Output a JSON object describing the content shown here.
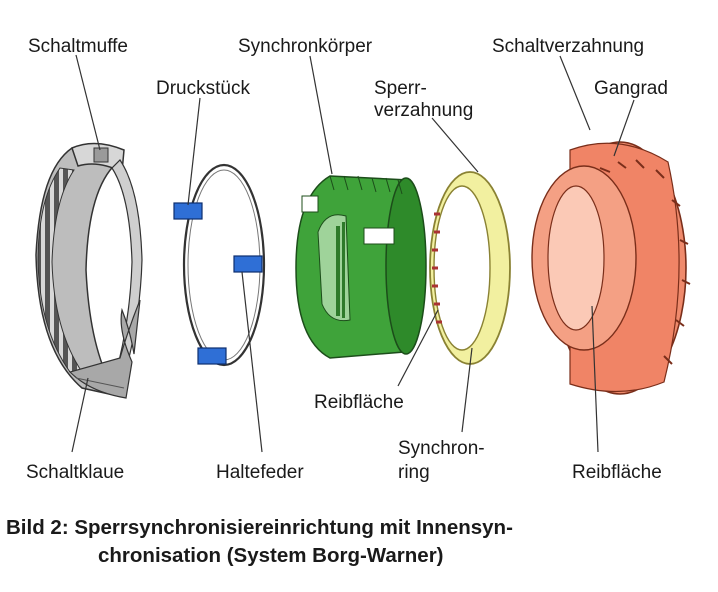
{
  "labels": {
    "schaltmuffe": "Schaltmuffe",
    "druckstueck": "Druckstück",
    "synchronkoerper": "Synchronkörper",
    "schaltverzahnung": "Schaltverzahnung",
    "sperrverzahnung_1": "Sperr-",
    "sperrverzahnung_2": "verzahnung",
    "gangrad": "Gangrad",
    "schaltklaue": "Schaltklaue",
    "haltefeder": "Haltefeder",
    "reibflaeche_ring": "Reibfläche",
    "synchronring_1": "Synchron-",
    "synchronring_2": "ring",
    "reibflaeche_gear": "Reibfläche"
  },
  "caption": {
    "line1": "Bild 2: Sperrsynchronisiereinrichtung mit Innensyn-",
    "line2": "chronisation (System Borg-Warner)"
  },
  "colors": {
    "sleeve": "#c4c4c4",
    "pressure_piece": "#2f6fd6",
    "synchro_body": "#3fa33a",
    "synchro_ring": "#f2f0a0",
    "gear": "#f08466"
  }
}
